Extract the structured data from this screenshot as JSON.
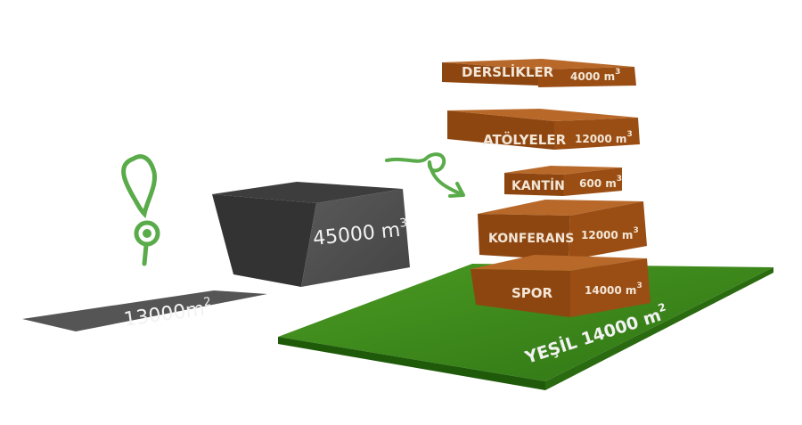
{
  "site": {
    "plot_area_label": "13000m",
    "plot_area_unit_sup": "2",
    "total_volume_label": "45000 m",
    "total_volume_unit_sup": "3"
  },
  "blocks": [
    {
      "name": "DERSLİKLER",
      "volume": "4000 m",
      "sup": "3"
    },
    {
      "name": "ATÖLYELER",
      "volume": "12000 m",
      "sup": "3"
    },
    {
      "name": "KANTİN",
      "volume": "600 m",
      "sup": "3"
    },
    {
      "name": "KONFERANS",
      "volume": "12000 m",
      "sup": "3"
    },
    {
      "name": "SPOR",
      "volume": "14000 m",
      "sup": "3"
    }
  ],
  "green": {
    "label": "YEŞİL 14000 m",
    "sup": "2"
  },
  "colors": {
    "block_front": "#9a4e14",
    "block_top": "#b8692a",
    "block_side": "#7a3a0c",
    "dark_front": "#505050",
    "dark_top": "#3d3d3d",
    "dark_side": "#303030",
    "plot": "#555555",
    "grass": "#3d8a1a",
    "grass_edge": "#1f5a0a",
    "accent_green": "#5aab4a"
  },
  "icons": [
    "location-pin-icon",
    "curly-arrow-icon"
  ]
}
